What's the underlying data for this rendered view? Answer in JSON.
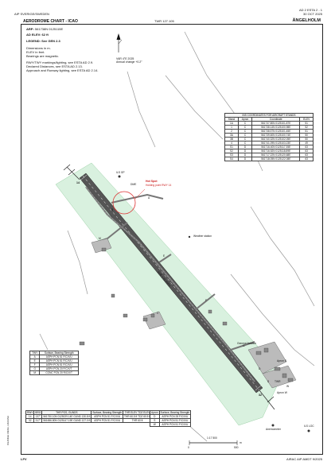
{
  "header": {
    "publisher": "AIP SVERIGE/SWEDEN",
    "page_ref": "AD 2 ESTA 2 - 1",
    "date": "30 OCT 2025",
    "chart_title": "AERODROME CHART - ICAO",
    "twr": "TWR 127.105",
    "aerodrome": "ÄNGELHOLM"
  },
  "info": {
    "arp_label": "ARP:",
    "arp_value": "561738N 0125115E",
    "elev": "AD ELEV: 62 ft",
    "legend": "LEGEND: See GEN 2.3",
    "dimensions": "Dimensions in m.",
    "elev_units": "ELEV in feet.",
    "bearings": "Bearings are magnetic.",
    "lighting_1": "RWY/TWY markings/lighting, see ESTA AD 2.9.",
    "lighting_2": "Declared Distances, see ESTA AD 2.13.",
    "lighting_3": "Approach and Runway lighting, see ESTA AD 2.14."
  },
  "magnetic": {
    "variation": "VAR 4°E 2025",
    "annual": "Annual change +0.2°"
  },
  "stands": {
    "title": "INS COORDINATES FOR AIRCRAFT STANDS",
    "headers": [
      "Stand",
      "Apron",
      "Coordinate",
      "ELEV"
    ],
    "rows": [
      [
        "1A",
        "C",
        "561737.80N 0125101.87E",
        "51"
      ],
      [
        "1",
        "C",
        "561738.14N 0125100.98E",
        "52"
      ],
      [
        "2",
        "C",
        "561738.57N 0125101.45E",
        "51"
      ],
      [
        "3A",
        "C",
        "561739.60N 0125100.74E",
        "50"
      ],
      [
        "3B",
        "C",
        "561740.32N 0125102.05E",
        "50"
      ],
      [
        "4",
        "C",
        "561741.09N 0125103.23E",
        "49"
      ],
      [
        "S1",
        "D",
        "561716.40N 0125117.35E",
        "63"
      ],
      [
        "S2",
        "D",
        "561716.52N 0125118.89E",
        "63"
      ],
      [
        "S3",
        "D",
        "561717.22N 0125120.68E",
        "63"
      ],
      [
        "S4",
        "D",
        "561718.05N 0125122.08E",
        "63"
      ]
    ]
  },
  "surfaces_left": {
    "headers": [
      "TWY",
      "Surface, Bearing Strength"
    ],
    "rows": [
      [
        "A",
        "ASPH PCN 51 F/C/X/U"
      ],
      [
        "E",
        "ASPH PCN 51 F/C/X/U"
      ],
      [
        "F",
        "ASPH PCN 51 F/C/X/U"
      ],
      [
        "G",
        "ASPH PCN 20 F/C/X/T"
      ],
      [
        "M",
        "CONC PCN 20 R/C/X/T"
      ]
    ]
  },
  "runway_table": {
    "headers": [
      "RWY",
      "BRG",
      "THR POS, GUNDS",
      "Surface, Bearing Strength",
      "THR ELEV TDZ ELEV",
      "PAPI (MEHT)"
    ],
    "rows": [
      [
        "14",
        "137°",
        "561750.10N 0125029.14E GUND 130.8 ft",
        "ASPH PCN 51 F/C/X/U",
        "THR 60.5 ft TDZ 60.5 ft",
        "PAPI LEFT 3.00° (57 ft)"
      ],
      [
        "32",
        "317°",
        "561656.80N 0125147.19E GUND 127.0 ft",
        "ASPH PCN 51 F/C/X/U",
        "THR 60 ft",
        "PAPI LEFT 3.00° (64 ft)"
      ]
    ]
  },
  "surfaces_right": {
    "headers": [
      "Apron",
      "Surface, Bearing Strength"
    ],
    "rows": [
      [
        "D",
        "ASPH PCN 28 F/C/X/U"
      ],
      [
        "S",
        "ASPH PCN 51 F/C/X/U"
      ],
      [
        "W",
        "ASPH PCN 51 F/C/X/U"
      ]
    ]
  },
  "map_labels": {
    "hot_spot_title": "Hot Spot",
    "hot_spot_text": "Holding point RWY 14",
    "weather_station": "Weather station",
    "ils_gp_north": "ILS GP",
    "ils_loc": "ILS LOC",
    "dme": "DME",
    "rwy_14": "14",
    "rwy_32": "32",
    "rwy_dims": "2045 x 45 ASPH",
    "scale": "1:17 500",
    "scale_unit": "m",
    "scale_values": [
      "0",
      "500"
    ],
    "anemometer": "Anemometer",
    "twr_label": "TWR",
    "gen_aviation": "General Aviation",
    "apron_s": "Apron S",
    "apron_w": "Apron W",
    "twy_letters": [
      "A",
      "E",
      "F",
      "G",
      "M",
      "D",
      "S",
      "W",
      "C",
      "B"
    ]
  },
  "footer": {
    "lfv": "LFV",
    "airac": "AIRAC AIP AMDT 9/2025",
    "side_text": "CHANGE: RESA, LDA/ASA"
  }
}
